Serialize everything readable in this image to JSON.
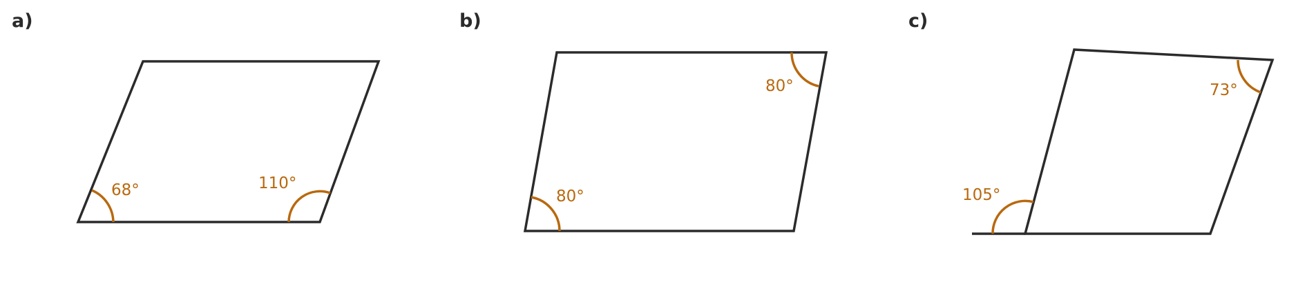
{
  "colors": {
    "line": "#2b2b2b",
    "angle": "#b8690f"
  },
  "figures": [
    {
      "id": "a",
      "label": "a)",
      "angles": [
        {
          "id": "a-bottom-left",
          "text": "68°"
        },
        {
          "id": "a-bottom-right",
          "text": "110°"
        }
      ]
    },
    {
      "id": "b",
      "label": "b)",
      "angles": [
        {
          "id": "b-top-right",
          "text": "80°"
        },
        {
          "id": "b-bottom-left",
          "text": "80°"
        }
      ]
    },
    {
      "id": "c",
      "label": "c)",
      "angles": [
        {
          "id": "c-top-right",
          "text": "73°"
        },
        {
          "id": "c-exterior-left",
          "text": "105°"
        }
      ]
    }
  ]
}
